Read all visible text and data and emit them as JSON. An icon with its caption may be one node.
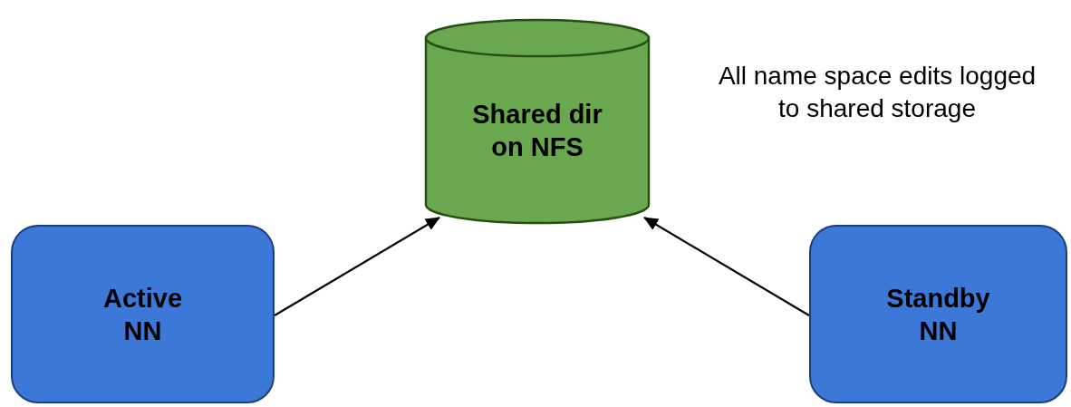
{
  "diagram": {
    "nodes": [
      {
        "text": [
          "Shared dir on NFS"
        ]
      },
      {
        "text": [
          "Active NN"
        ]
      },
      {
        "text": [
          "Standby NN"
        ]
      }
    ],
    "edges": [
      {
        "from": 1,
        "to": 0,
        "arrow": "to"
      },
      {
        "from": 2,
        "to": 0,
        "arrow": "to"
      }
    ],
    "labels": [
      "All name space edits logged to shared storage"
    ]
  }
}
